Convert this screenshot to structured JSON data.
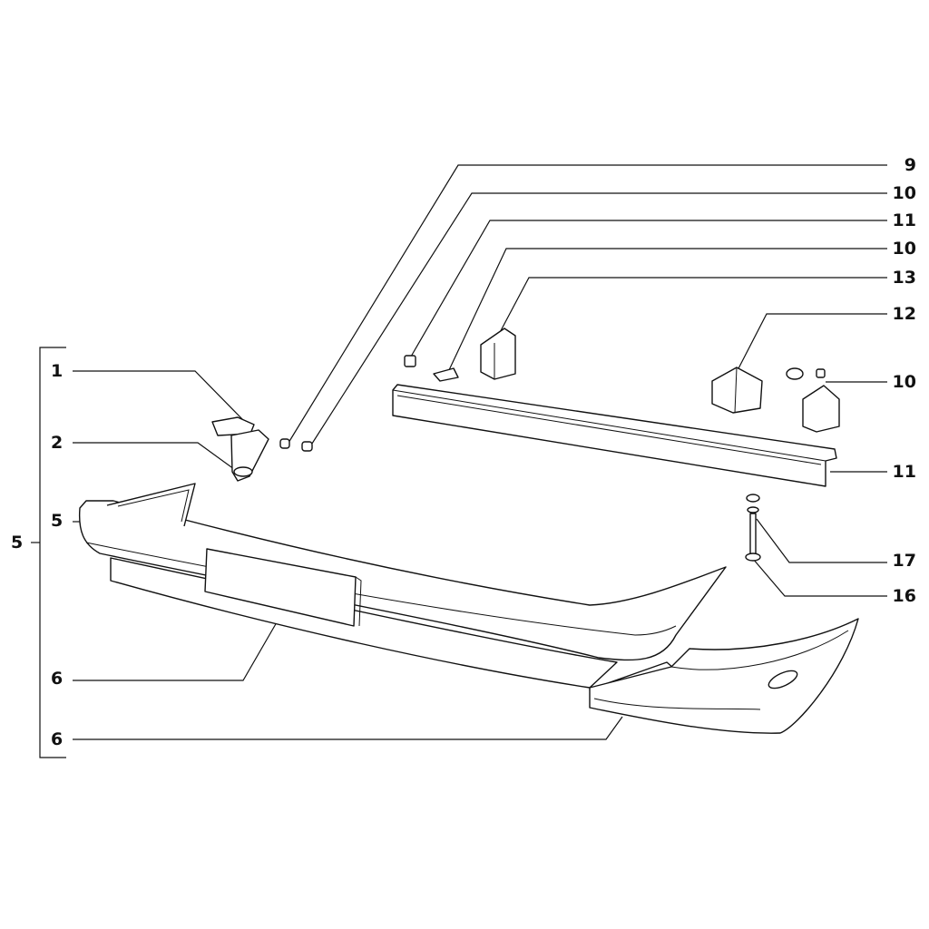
{
  "callouts": {
    "right": [
      "9",
      "10",
      "11",
      "10",
      "13",
      "12",
      "10",
      "11",
      "17",
      "16"
    ],
    "left": [
      "1",
      "2",
      "5",
      "6",
      "6"
    ],
    "group": "5"
  }
}
